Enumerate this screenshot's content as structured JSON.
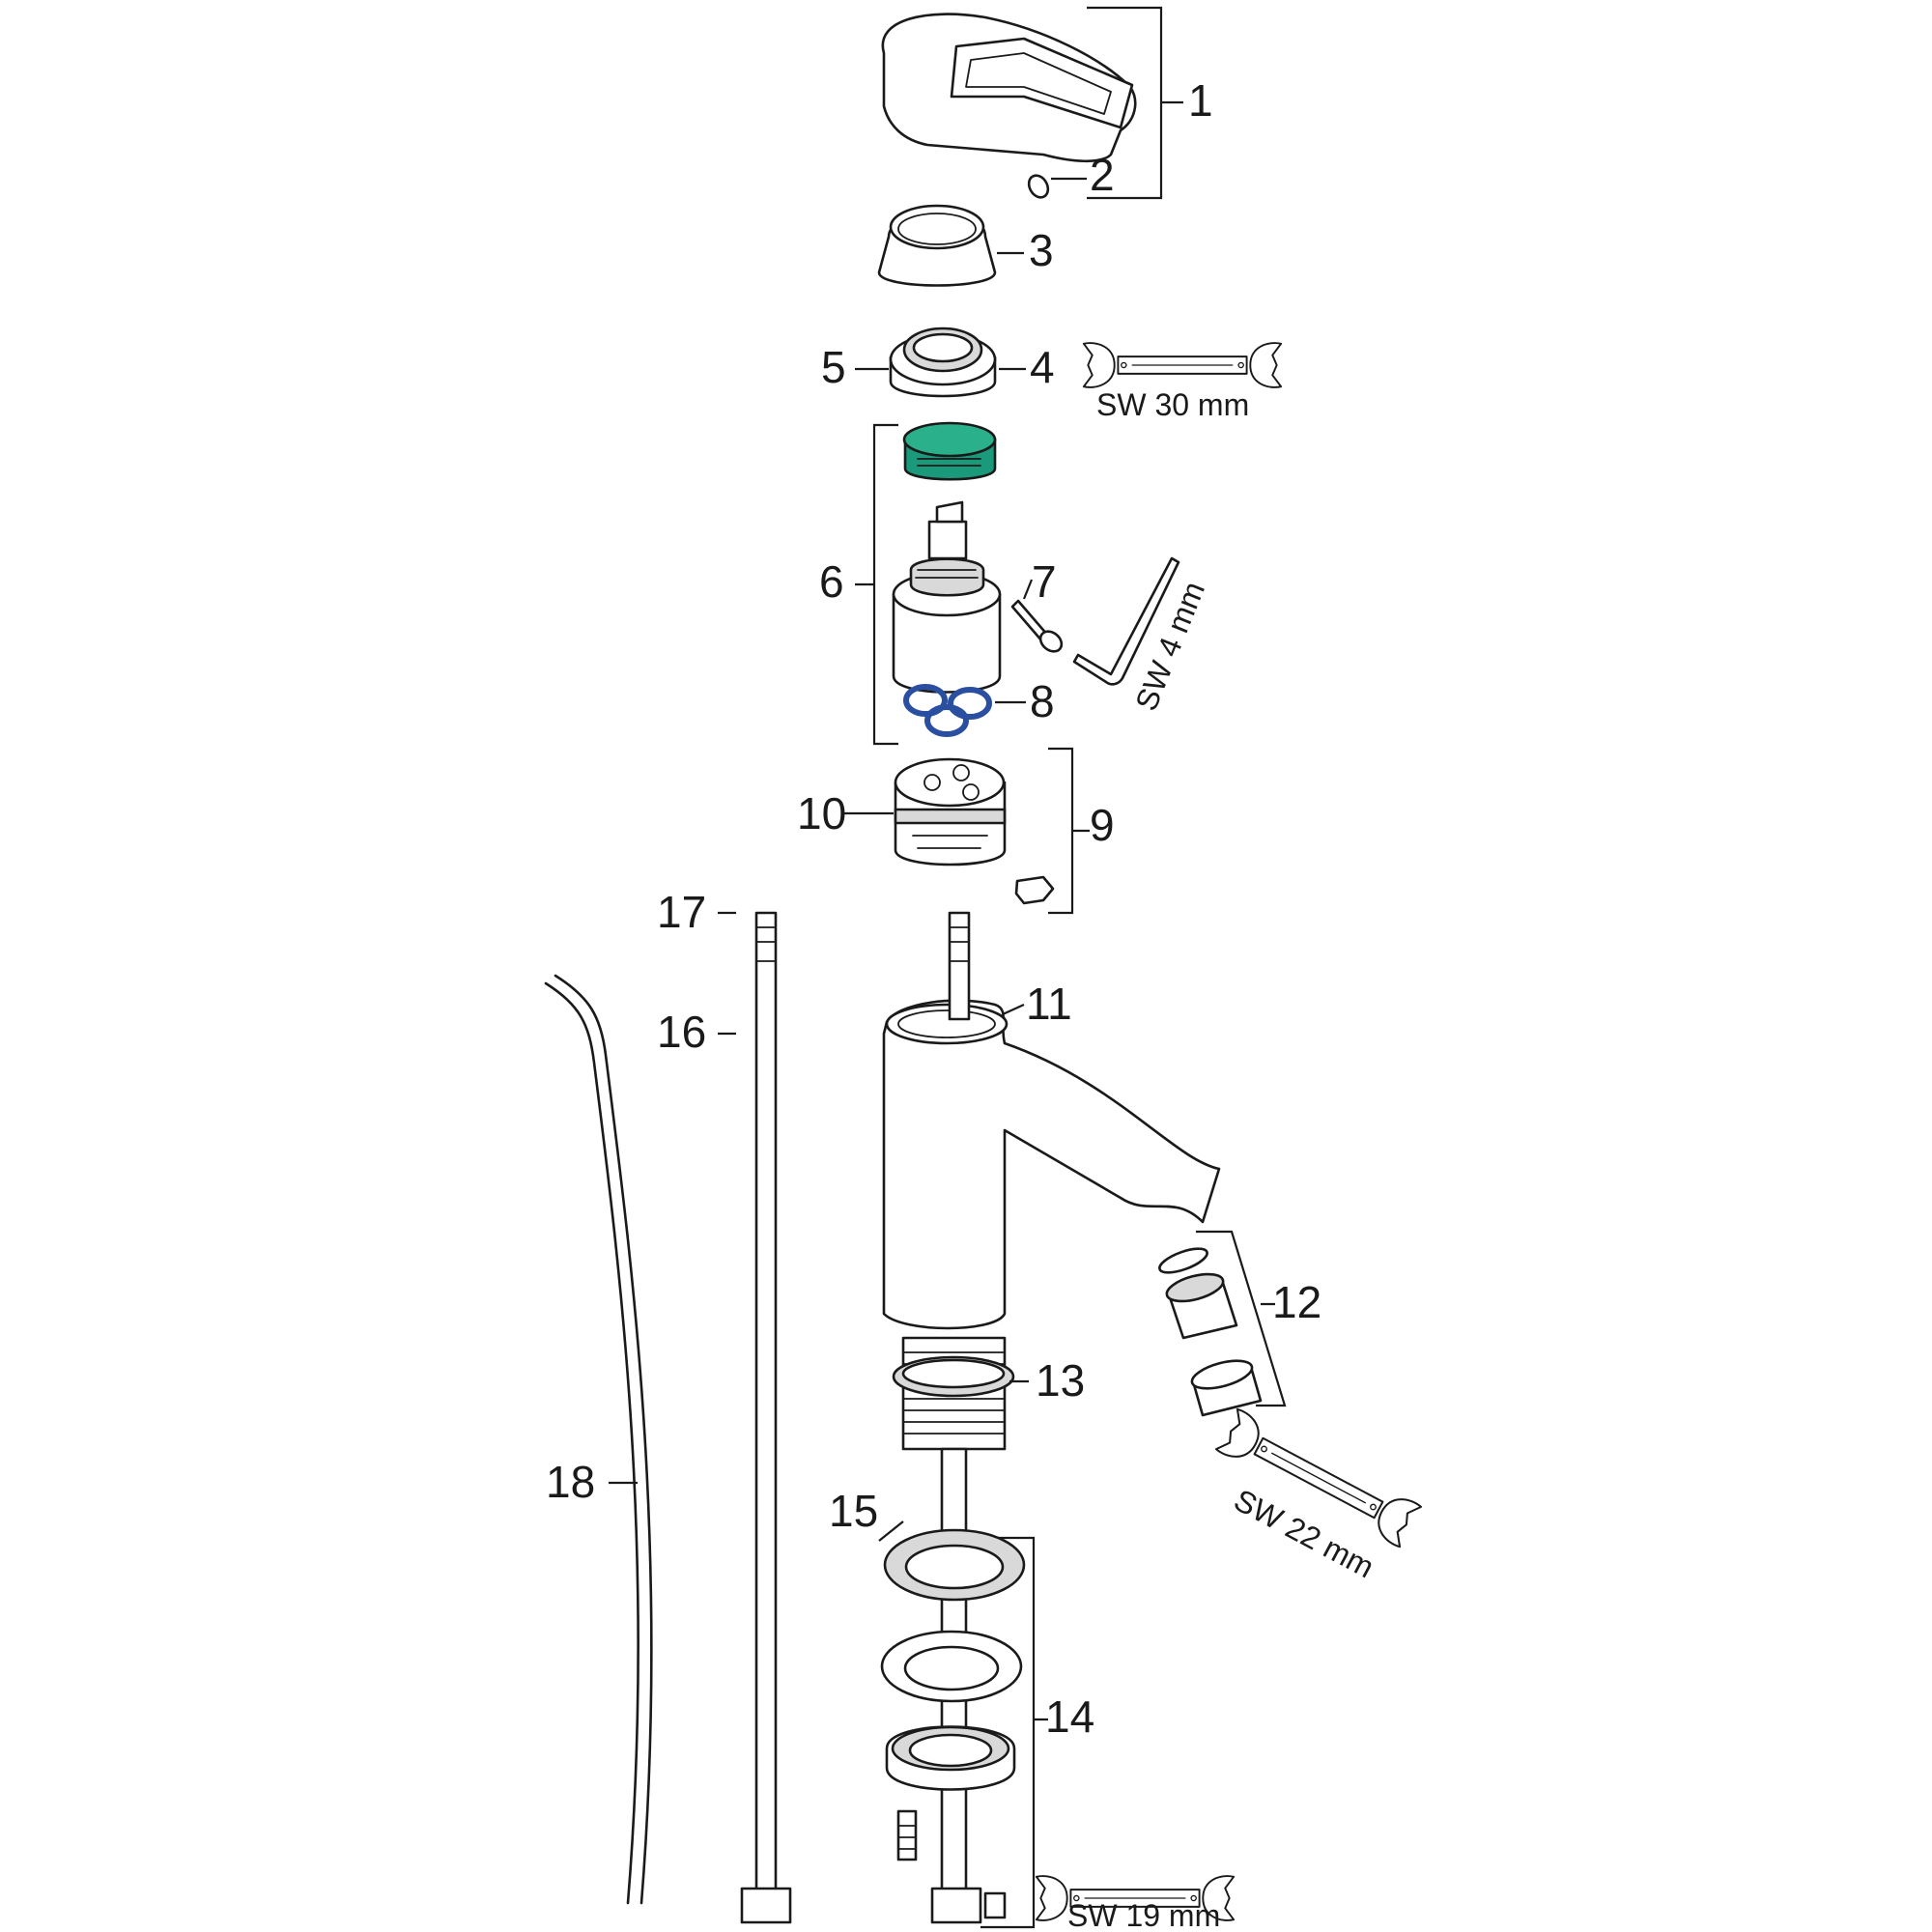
{
  "parts": {
    "p1": "1",
    "p2": "2",
    "p3": "3",
    "p4": "4",
    "p5": "5",
    "p6": "6",
    "p7": "7",
    "p8": "8",
    "p9": "9",
    "p10": "10",
    "p11": "11",
    "p12": "12",
    "p13": "13",
    "p14": "14",
    "p15": "15",
    "p16": "16",
    "p17": "17",
    "p18": "18"
  },
  "tools": {
    "wrench_30": "SW 30 mm",
    "hex_key_4": "SW 4 mm",
    "wrench_22": "SW 22 mm",
    "wrench_19": "SW 19 mm"
  },
  "colors": {
    "cartridge_cap": "#1a9a7a",
    "o_rings": "#2a4fa0",
    "line": "#1a1a1a"
  }
}
